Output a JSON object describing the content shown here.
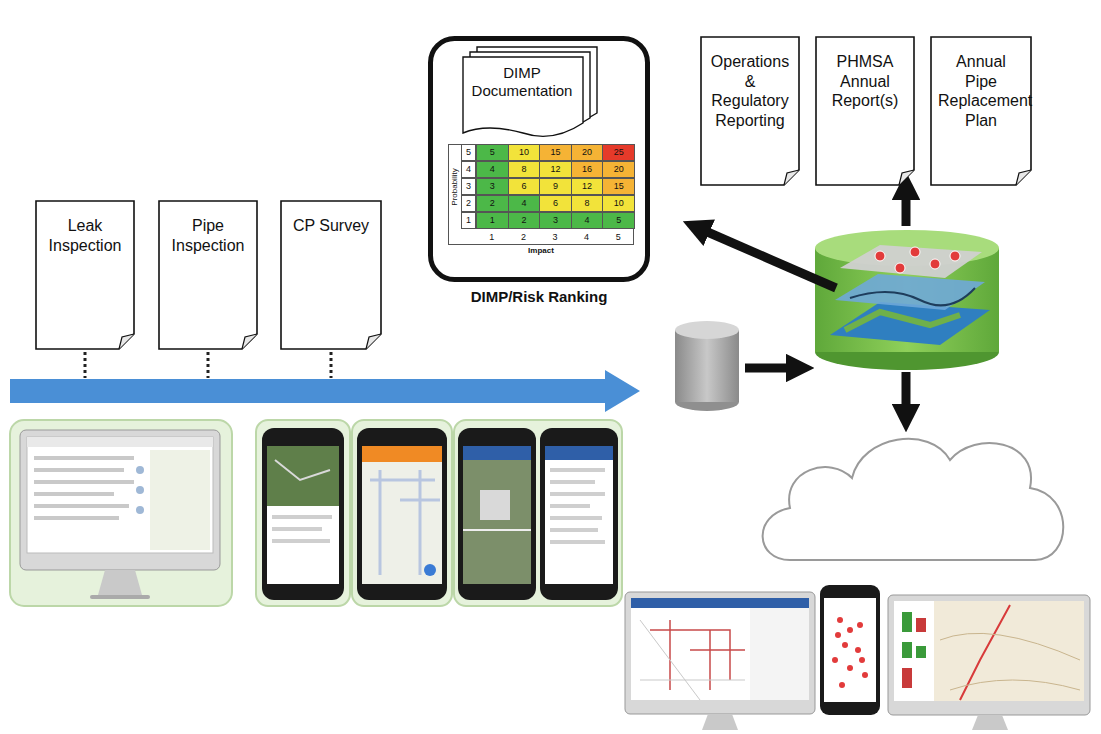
{
  "diagram": {
    "nodes": [
      {
        "text": [
          "Leak Inspection"
        ]
      },
      {
        "text": [
          "Pipe Inspection"
        ]
      },
      {
        "text": [
          "CP Survey"
        ]
      },
      {
        "text": [
          "DIMP/Risk Ranking"
        ]
      },
      {
        "text": [
          "DIMP Documentation"
        ],
        "in": 3
      },
      {
        "text": [
          "Operations & Regulatory Reporting"
        ]
      },
      {
        "text": [
          "PHMSA Annual Report(s)"
        ]
      },
      {
        "text": [
          "Annual Pipe Replacement Plan"
        ]
      }
    ],
    "labels": [
      "Probability",
      "5",
      "5",
      "10",
      "15",
      "20",
      "25",
      "4",
      "4",
      "8",
      "12",
      "16",
      "20",
      "3",
      "3",
      "6",
      "9",
      "12",
      "15",
      "2",
      "2",
      "4",
      "6",
      "8",
      "10",
      "1",
      "1",
      "2",
      "3",
      "4",
      "5",
      "1",
      "2",
      "3",
      "4",
      "5",
      "Impact"
    ]
  }
}
